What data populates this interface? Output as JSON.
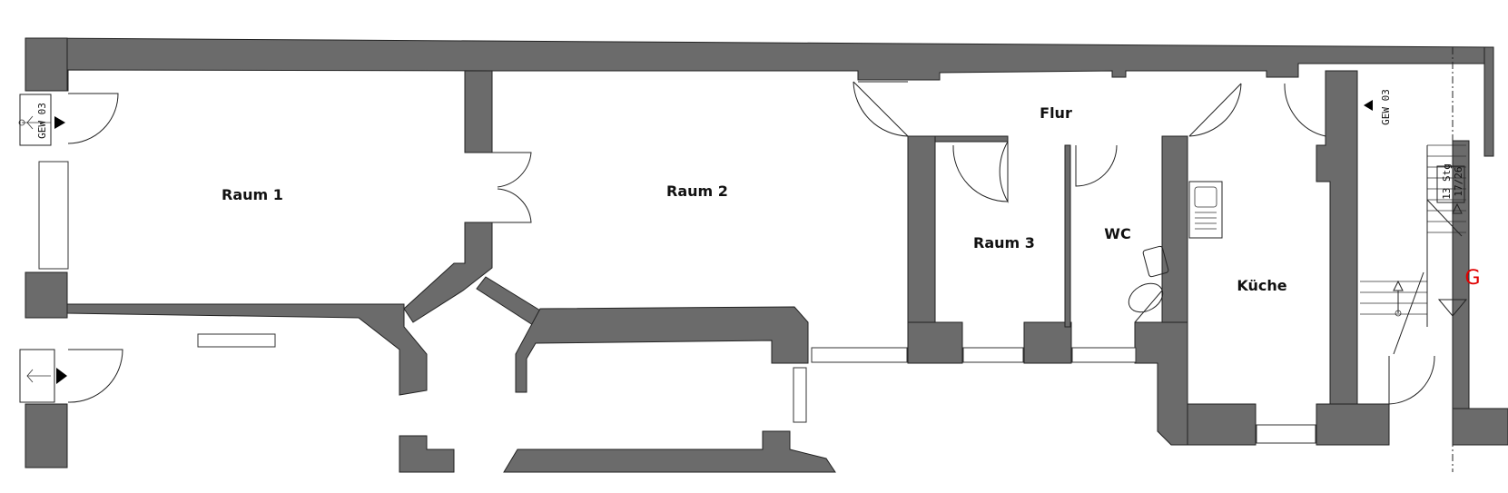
{
  "rooms": {
    "raum1": "Raum 1",
    "raum2": "Raum 2",
    "raum3": "Raum 3",
    "flur": "Flur",
    "wc": "WC",
    "kueche": "Küche"
  },
  "markers": {
    "gew_left": "GEW 03",
    "gew_right": "GEW 03",
    "stairs_count": "13 Stg",
    "stairs_ratio": "17/26",
    "stair_letter": "G"
  },
  "colors": {
    "wall": "#6b6b6b",
    "stair_letter": "#e00000"
  }
}
